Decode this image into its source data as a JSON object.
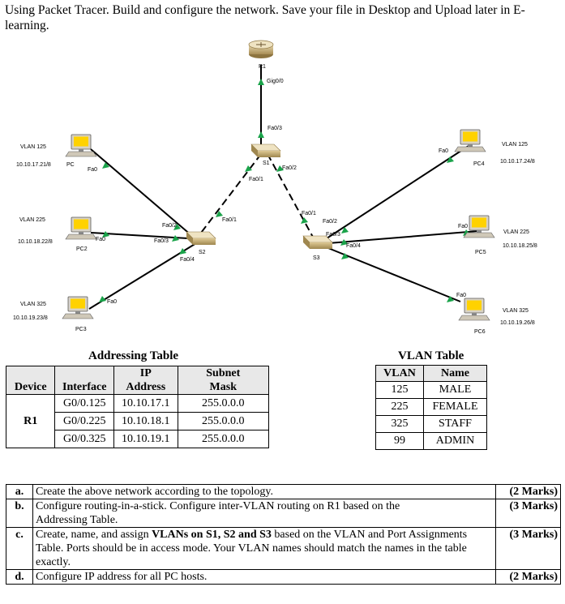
{
  "instruction": "Using Packet Tracer. Build and configure the network. Save your file in Desktop and Upload later in E-learning.",
  "topology": {
    "router": {
      "name": "R1",
      "port": "Gig0/0"
    },
    "s1": {
      "name": "S1",
      "ports": [
        "Fa0/3",
        "Fa0/1",
        "Fa0/2"
      ]
    },
    "s2": {
      "name": "S2",
      "ports": [
        "Fa0/1",
        "Fa0/2",
        "Fa0/3",
        "Fa0/4"
      ]
    },
    "s3": {
      "name": "S3",
      "ports": [
        "Fa0/1",
        "Fa0/2",
        "Fa0/3",
        "Fa0/4"
      ]
    },
    "pcs": [
      {
        "name": "PC",
        "vlan": "VLAN 125",
        "ip": "10.10.17.21/8",
        "port": "Fa0"
      },
      {
        "name": "PC2",
        "vlan": "VLAN 225",
        "ip": "10.10.18.22/8",
        "port": "Fa0"
      },
      {
        "name": "PC3",
        "vlan": "VLAN 325",
        "ip": "10.10.19.23/8",
        "port": "Fa0"
      },
      {
        "name": "PC4",
        "vlan": "VLAN 125",
        "ip": "10.10.17.24/8",
        "port": "Fa0"
      },
      {
        "name": "PC5",
        "vlan": "VLAN 225",
        "ip": "10.10.18.25/8",
        "port": "Fa0"
      },
      {
        "name": "PC6",
        "vlan": "VLAN 325",
        "ip": "10.10.19.26/8",
        "port": "Fa0"
      }
    ]
  },
  "addressing_table": {
    "title": "Addressing Table",
    "headers": {
      "device": "Device",
      "interface": "Interface",
      "ip1": "IP",
      "ip2": "Address",
      "mask1": "Subnet",
      "mask2": "Mask"
    },
    "device": "R1",
    "rows": [
      {
        "interface": "G0/0.125",
        "ip": "10.10.17.1",
        "mask": "255.0.0.0"
      },
      {
        "interface": "G0/0.225",
        "ip": "10.10.18.1",
        "mask": "255.0.0.0"
      },
      {
        "interface": "G0/0.325",
        "ip": "10.10.19.1",
        "mask": "255.0.0.0"
      }
    ]
  },
  "vlan_table": {
    "title": "VLAN Table",
    "headers": {
      "vlan": "VLAN",
      "name": "Name"
    },
    "rows": [
      {
        "vlan": "125",
        "name": "MALE"
      },
      {
        "vlan": "225",
        "name": "FEMALE"
      },
      {
        "vlan": "325",
        "name": "STAFF"
      },
      {
        "vlan": "99",
        "name": "ADMIN"
      }
    ]
  },
  "tasks": [
    {
      "label": "a.",
      "pre": "Create the above network according to the topology.",
      "bold": "",
      "post": "",
      "marks": "(2 Marks)"
    },
    {
      "label": "b.",
      "pre": "Configure routing-in-a-stick. Configure inter-VLAN routing on R1 based on the Addressing Table.",
      "bold": "",
      "post": "",
      "marks": "(3 Marks)"
    },
    {
      "label": "c.",
      "pre": "Create, name, and assign ",
      "bold": "VLANs on S1, S2 and S3",
      "post": " based on the VLAN and Port Assignments Table. Ports should be in access mode. Your VLAN names should match the names in the table exactly.",
      "marks": "(3 Marks)"
    },
    {
      "label": "d.",
      "pre": "Configure IP address for all PC hosts.",
      "bold": "",
      "post": "",
      "marks": "(2 Marks)"
    }
  ],
  "colors": {
    "link": "#000000",
    "port_ok": "#1aa34a",
    "switch": "#c9b27a",
    "pc_screen": "#ffd200"
  }
}
